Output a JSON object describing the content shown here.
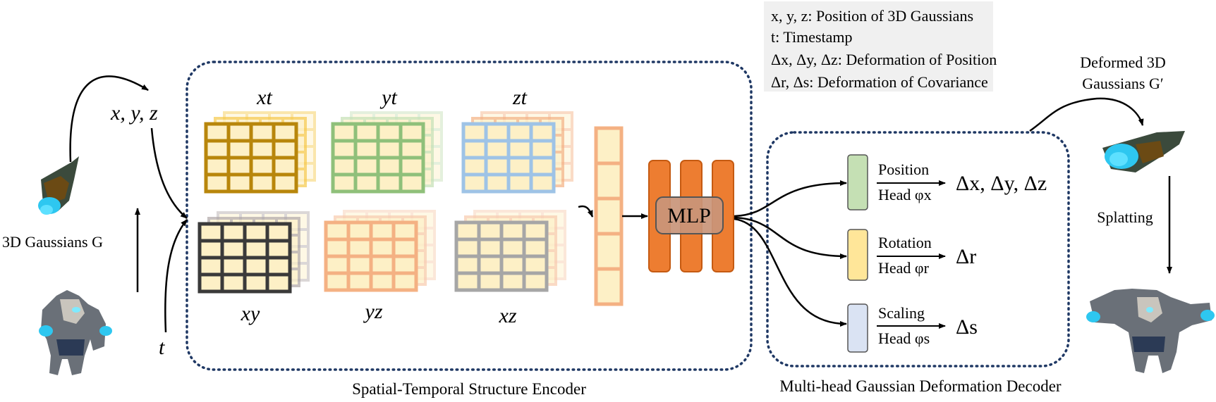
{
  "legend": {
    "line1": "x, y, z: Position of 3D Gaussians",
    "line2": "t: Timestamp",
    "line3": "Δx, Δy, Δz: Deformation of Position",
    "line4": "Δr, Δs: Deformation of Covariance"
  },
  "inputs": {
    "xyz": "x, y, z",
    "t": "t",
    "gaussians_label": "3D Gaussians G"
  },
  "planes": {
    "xt": "xt",
    "yt": "yt",
    "zt": "zt",
    "xy": "xy",
    "yz": "yz",
    "xz": "xz"
  },
  "mlp_label": "MLP",
  "encoder_label": "Spatial-Temporal Structure Encoder",
  "decoder_label": "Multi-head Gaussian Deformation Decoder",
  "heads": {
    "position": {
      "name": "Position",
      "head": "Head φx",
      "output": "Δx, Δy, Δz"
    },
    "rotation": {
      "name": "Rotation",
      "head": "Head φr",
      "output": "Δr"
    },
    "scaling": {
      "name": "Scaling",
      "head": "Head φs",
      "output": "Δs"
    }
  },
  "outputs": {
    "deformed_line1": "Deformed 3D",
    "deformed_line2": "Gaussians G′",
    "splatting": "Splatting"
  },
  "colors": {
    "gold": "#b8860b",
    "gold_fill": "#fdf0c6",
    "green": "#8fc07a",
    "blue": "#9ec3e6",
    "dark": "#3a3a3a",
    "peach": "#f4b183",
    "gray": "#a6a6a6",
    "mlp": "#ed7d31",
    "mlp_dark": "#c55a11",
    "head_green": "#c5e0b4",
    "head_yellow": "#ffe699",
    "head_blue": "#dae3f3",
    "dotted_border": "#1f3864",
    "legend_bg": "#f0f0f0"
  }
}
